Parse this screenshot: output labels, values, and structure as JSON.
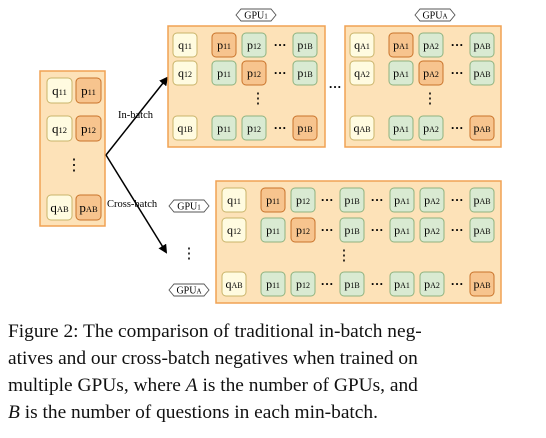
{
  "gpu_labels": {
    "gpu1": "GPU",
    "gpu1_sub": "1",
    "gpuA": "GPU",
    "gpuA_sub": "A"
  },
  "queries": {
    "q11": {
      "base": "q",
      "sub": "11"
    },
    "q12": {
      "base": "q",
      "sub": "12"
    },
    "q1B": {
      "base": "q",
      "sub": "1B"
    },
    "qA1": {
      "base": "q",
      "sub": "A1"
    },
    "qA2": {
      "base": "q",
      "sub": "A2"
    },
    "qAB": {
      "base": "q",
      "sub": "AB"
    }
  },
  "passages": {
    "p11": {
      "base": "p",
      "sub": "11"
    },
    "p12": {
      "base": "p",
      "sub": "12"
    },
    "p1B": {
      "base": "p",
      "sub": "1B"
    },
    "pA1": {
      "base": "p",
      "sub": "A1"
    },
    "pA2": {
      "base": "p",
      "sub": "A2"
    },
    "pAB": {
      "base": "p",
      "sub": "AB"
    }
  },
  "dots": {
    "h": "···",
    "v": "⋮"
  },
  "arrow_labels": {
    "in_batch": "In-batch",
    "cross_batch": "Cross-batch"
  },
  "colors": {
    "box_fill": "#fde2b8",
    "box_stroke": "#f0a254",
    "query_fill": "#fffbe0",
    "query_stroke": "#c9b46a",
    "positive_fill": "#f7c48e",
    "positive_stroke": "#c9732a",
    "negative_fill": "#d9ead2",
    "negative_stroke": "#8fb37f"
  },
  "caption": {
    "line1": "Figure 2: The comparison of traditional in-batch neg-",
    "line2": "atives and our cross-batch negatives when trained on",
    "line3_a": "multiple GPUs, where ",
    "line3_var": "A",
    "line3_b": " is the number of GPUs, and",
    "line4_var": "B",
    "line4_b": " is the number of questions in each min-batch."
  }
}
